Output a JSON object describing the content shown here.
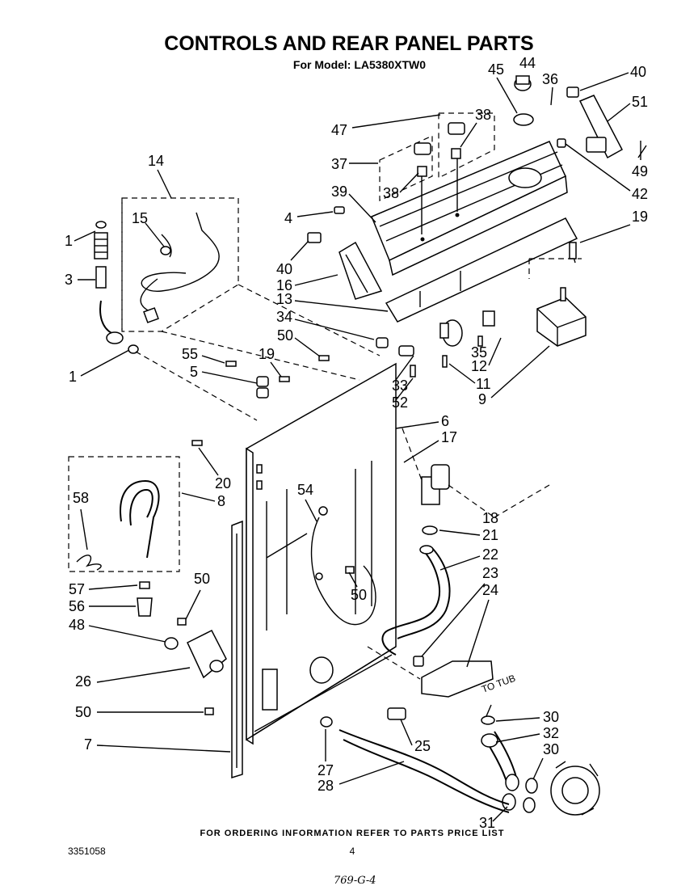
{
  "header": {
    "title": "CONTROLS AND REAR PANEL PARTS",
    "subtitle": "For Model: LA5380XTW0"
  },
  "footer": {
    "ordering_note": "FOR ORDERING INFORMATION REFER TO PARTS PRICE LIST",
    "doc_number": "3351058",
    "page_number": "4",
    "handwritten_code": "769-G-4"
  },
  "annotations": {
    "to_tub": "TO TUB"
  },
  "callouts": {
    "c1a": "1",
    "c1b": "1",
    "c3": "3",
    "c4": "4",
    "c5": "5",
    "c6": "6",
    "c7": "7",
    "c8": "8",
    "c9": "9",
    "c11": "11",
    "c12": "12",
    "c13": "13",
    "c14": "14",
    "c15": "15",
    "c16": "16",
    "c17": "17",
    "c18": "18",
    "c19a": "19",
    "c19b": "19",
    "c20": "20",
    "c21": "21",
    "c22": "22",
    "c23": "23",
    "c24": "24",
    "c25": "25",
    "c26": "26",
    "c27": "27",
    "c28": "28",
    "c30a": "30",
    "c30b": "30",
    "c31": "31",
    "c32": "32",
    "c33": "33",
    "c34": "34",
    "c35": "35",
    "c36": "36",
    "c37": "37",
    "c38a": "38",
    "c38b": "38",
    "c39": "39",
    "c40a": "40",
    "c40b": "40",
    "c42": "42",
    "c44": "44",
    "c45": "45",
    "c47": "47",
    "c48": "48",
    "c49": "49",
    "c50a": "50",
    "c50b": "50",
    "c50c": "50",
    "c50d": "50",
    "c51": "51",
    "c52": "52",
    "c54": "54",
    "c55": "55",
    "c56": "56",
    "c57": "57",
    "c58": "58"
  }
}
